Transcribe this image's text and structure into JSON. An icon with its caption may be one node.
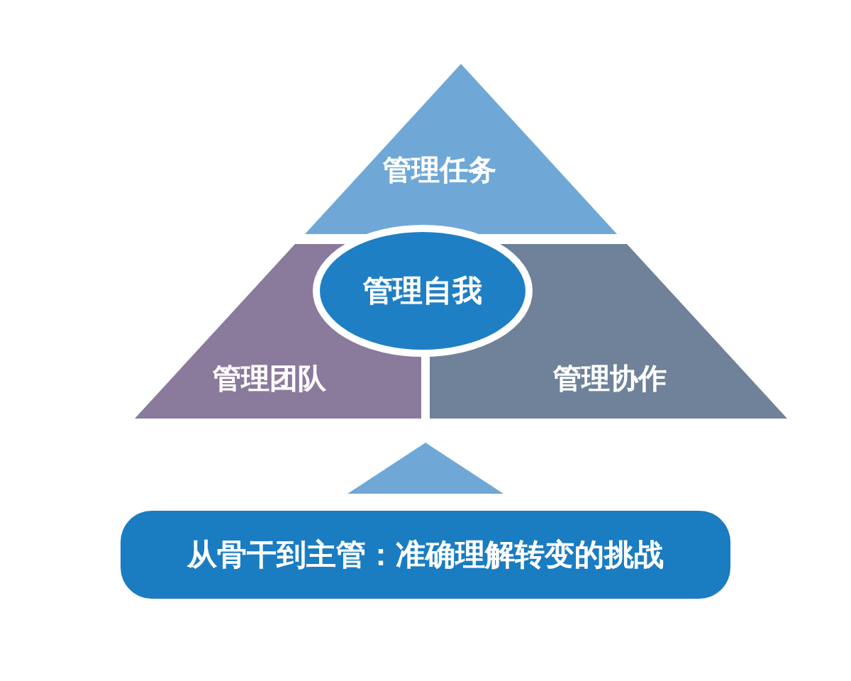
{
  "diagram": {
    "nodes": [
      {
        "text": [
          "管理任务"
        ]
      },
      {
        "text": [
          "管理团队"
        ]
      },
      {
        "text": [
          "管理协作"
        ]
      },
      {
        "text": [
          "管理自我"
        ]
      },
      {
        "text": [],
        "shape": "triangle"
      },
      {
        "text": [
          "从骨干到主管：准确理解转变的挑战"
        ]
      }
    ]
  }
}
